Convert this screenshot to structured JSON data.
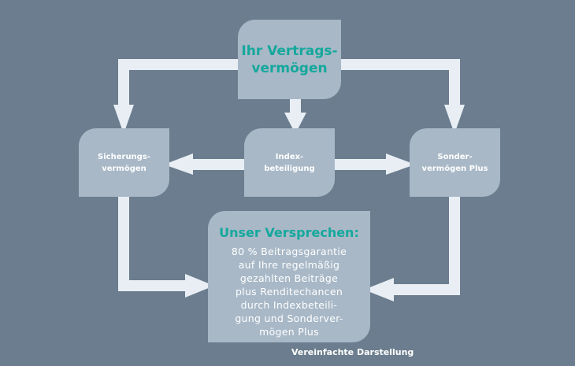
{
  "top_box": {
    "line1": "Ihr Vertrags-",
    "line2": "vermögen"
  },
  "left_box": {
    "line1": "Sicherungs-",
    "line2": "vermögen"
  },
  "middle_box": {
    "line1": "Index-",
    "line2": "beteiligung"
  },
  "right_box": {
    "line1": "Sonder-",
    "line2": "vermögen Plus"
  },
  "bottom_box": {
    "title": "Unser Versprechen:",
    "lines": [
      "80 % Beitragsgarantie",
      "auf Ihre regelmäßig",
      "gezahlten Beiträge",
      "plus Renditechancen",
      "durch Indexbeteili-",
      "gung und Sonderver-",
      "mögen Plus"
    ]
  },
  "caption": "Vereinfachte Darstellung",
  "colors": {
    "background": "#6b7d8e",
    "box": "#a8b8c7",
    "arrow": "#e8eef4",
    "accent": "#14a89c"
  }
}
